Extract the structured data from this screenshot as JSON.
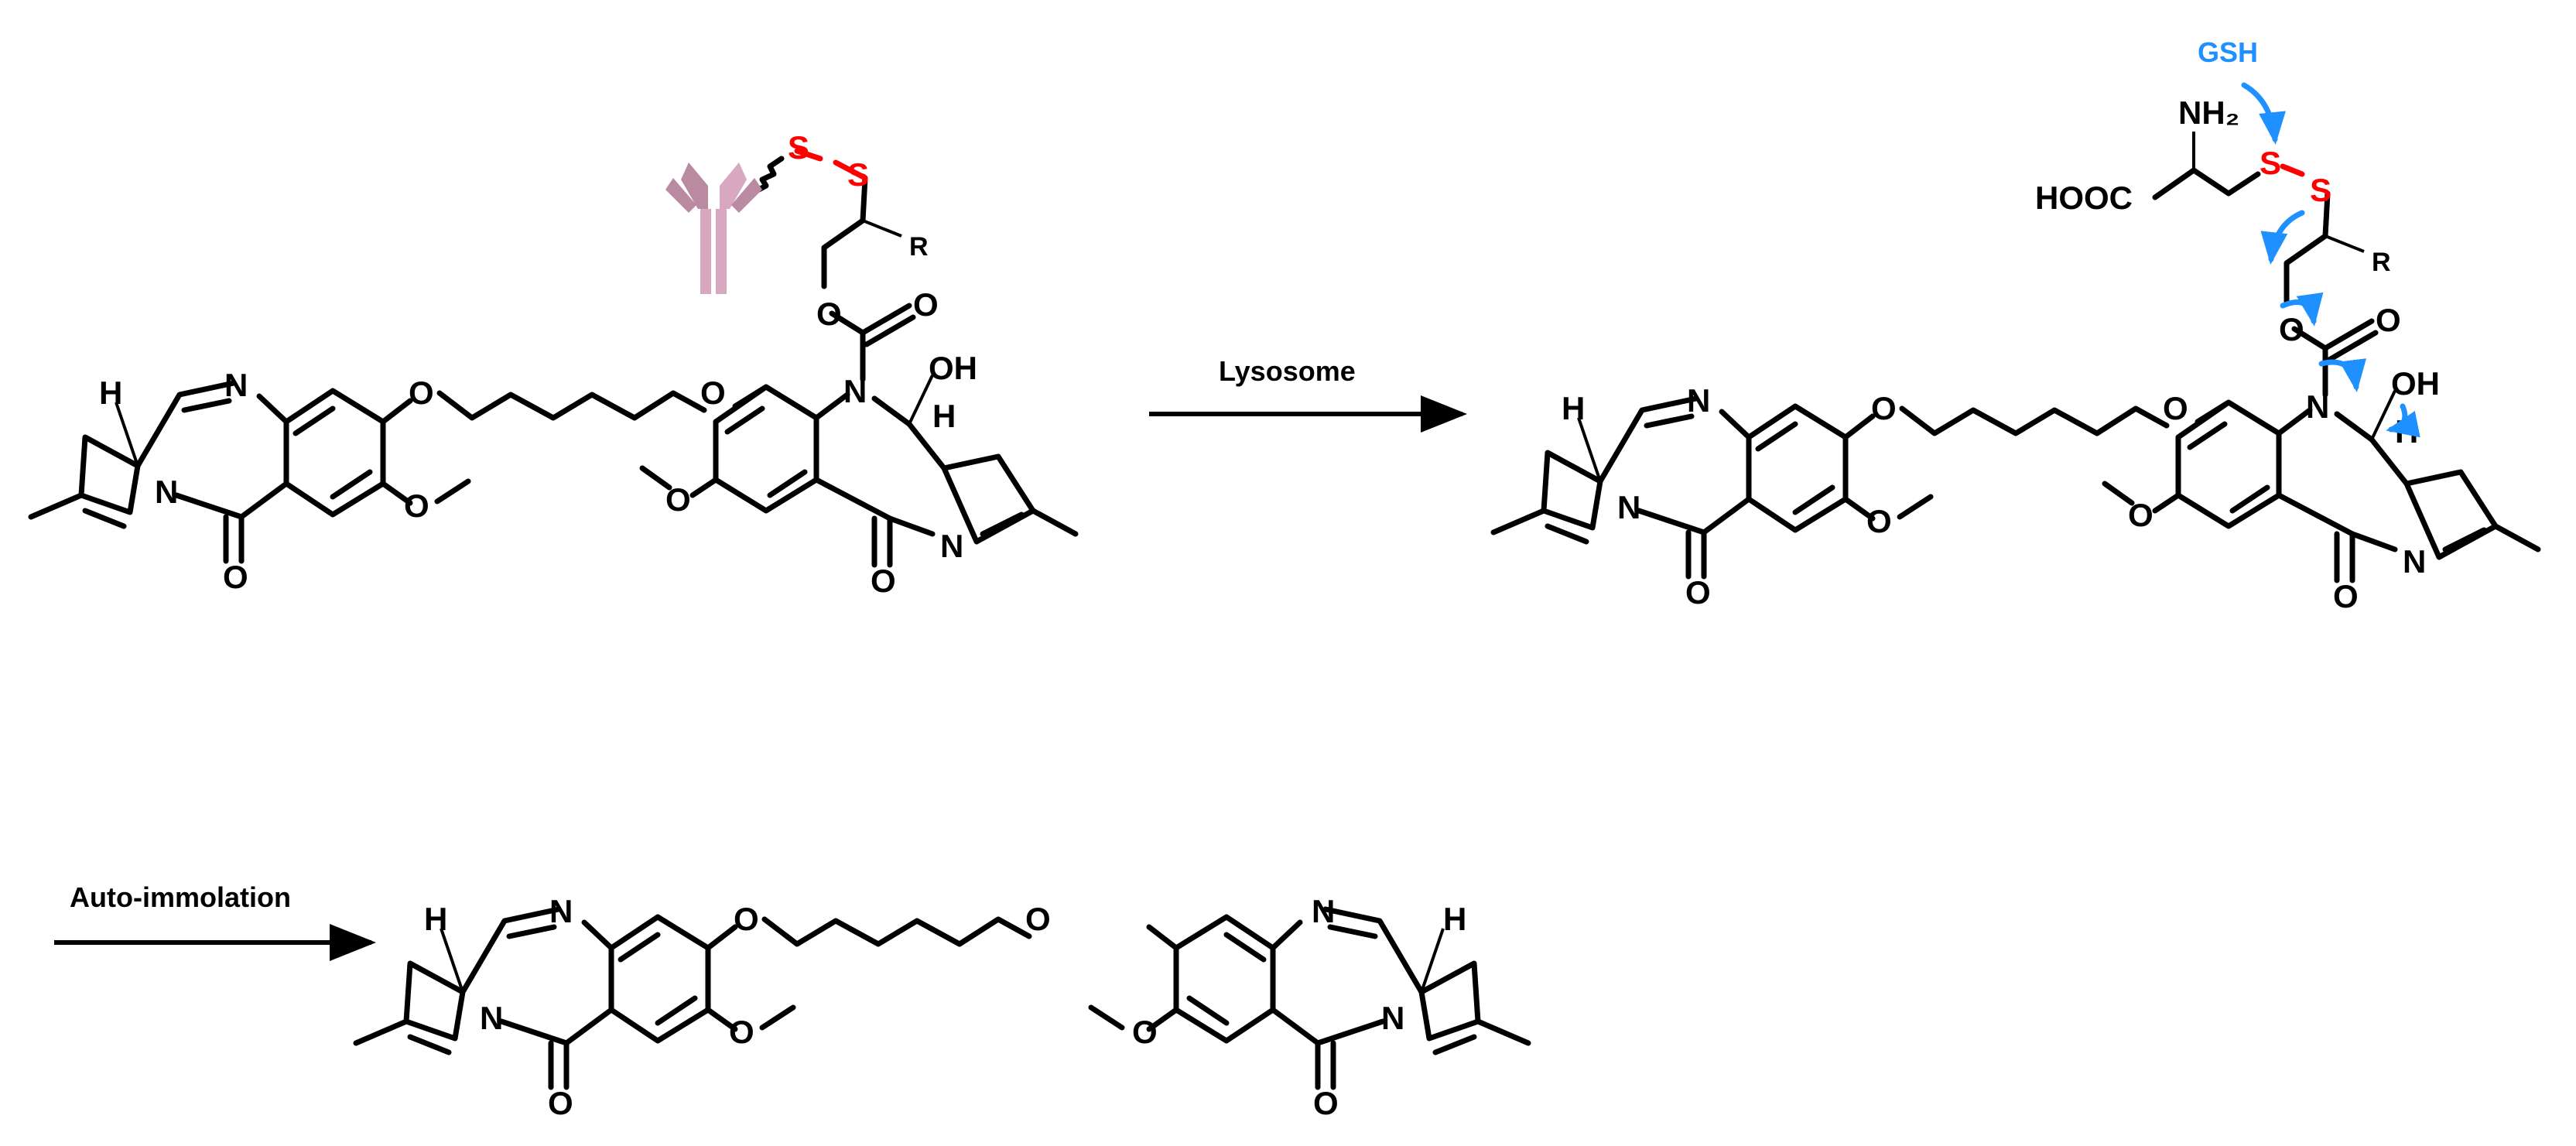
{
  "arrows": {
    "step1_label": "Lysosome",
    "step2_label": "Auto-immolation"
  },
  "reagent": {
    "label": "GSH",
    "color": "#1e90ff"
  },
  "atoms": {
    "nitrogen": "N",
    "oxygen": "O",
    "hydrogen": "H",
    "hydroxyl": "OH",
    "sulfur": "S",
    "r_group": "R",
    "amine": "NH₂",
    "carboxyl": "HOOC"
  },
  "colors": {
    "bond": "#000000",
    "disulfide": "#ff0000",
    "mechanism_arrow": "#1e90ff",
    "antibody": "#d8a8c0",
    "antibody_shade": "#b98aa0"
  },
  "icons": {
    "antibody": "antibody-icon"
  }
}
